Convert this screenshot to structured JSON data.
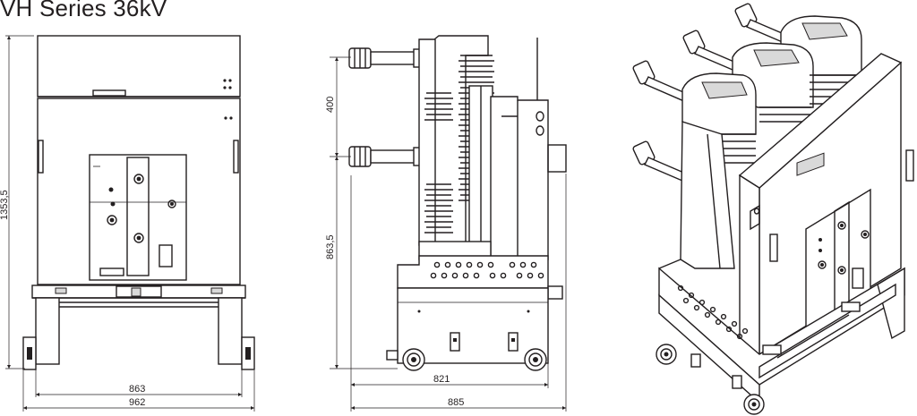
{
  "title": "VH Series 36kV",
  "dimensions": {
    "front_height": "1353,5",
    "front_inner_width": "863",
    "front_outer_width": "962",
    "side_pole_spacing": "400",
    "side_lower_height": "863,5",
    "side_inner_width": "821",
    "side_outer_width": "885"
  },
  "colors": {
    "line": "#231f20",
    "background": "#ffffff"
  }
}
